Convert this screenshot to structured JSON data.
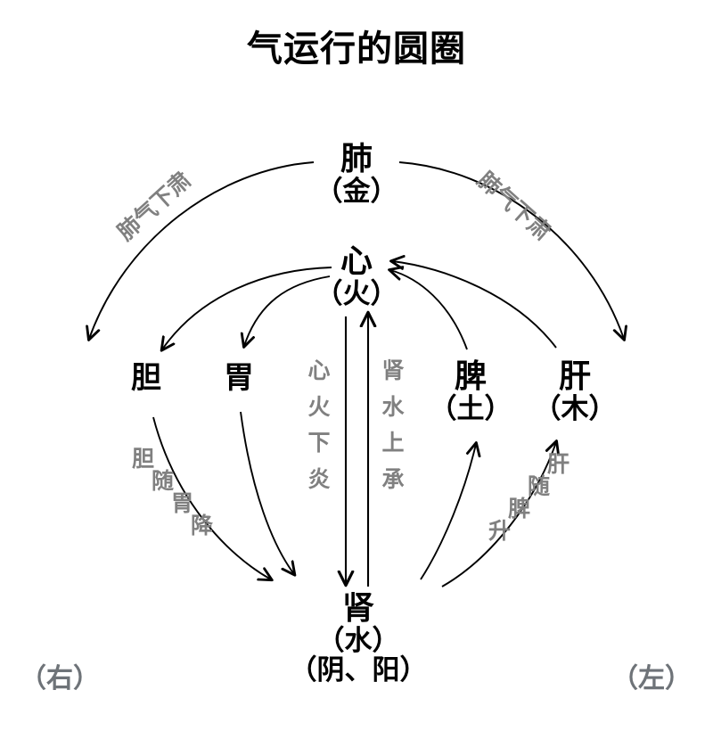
{
  "page": {
    "title": "气运行的圆圈",
    "background_color": "#ffffff",
    "ink_color": "#000000",
    "label_color": "#808080",
    "corner_color": "#6e7378"
  },
  "nodes": [
    {
      "id": "lung",
      "main": "肺",
      "sub": "（金）",
      "sub2": ""
    },
    {
      "id": "heart",
      "main": "心",
      "sub": "（火）",
      "sub2": ""
    },
    {
      "id": "gall",
      "main": "胆",
      "sub": "",
      "sub2": ""
    },
    {
      "id": "stomach",
      "main": "胃",
      "sub": "",
      "sub2": ""
    },
    {
      "id": "spleen",
      "main": "脾",
      "sub": "（土）",
      "sub2": ""
    },
    {
      "id": "liver",
      "main": "肝",
      "sub": "（木）",
      "sub2": ""
    },
    {
      "id": "kidney",
      "main": "肾",
      "sub": "（水）",
      "sub2": "（阴、阳）"
    }
  ],
  "arc_labels": {
    "lung_descend_right_side": "肺气下肃",
    "lung_descend_left_side": "肺气下肃",
    "gall_follows_stomach": "胆随胃降",
    "liver_follows_spleen": "肝随脾升"
  },
  "center_labels": {
    "heart_fire_down": [
      "心",
      "火",
      "下",
      "炎"
    ],
    "kidney_water_up": [
      "肾",
      "水",
      "上",
      "承"
    ]
  },
  "corners": {
    "left_corner": "（右）",
    "right_corner": "（左）"
  }
}
